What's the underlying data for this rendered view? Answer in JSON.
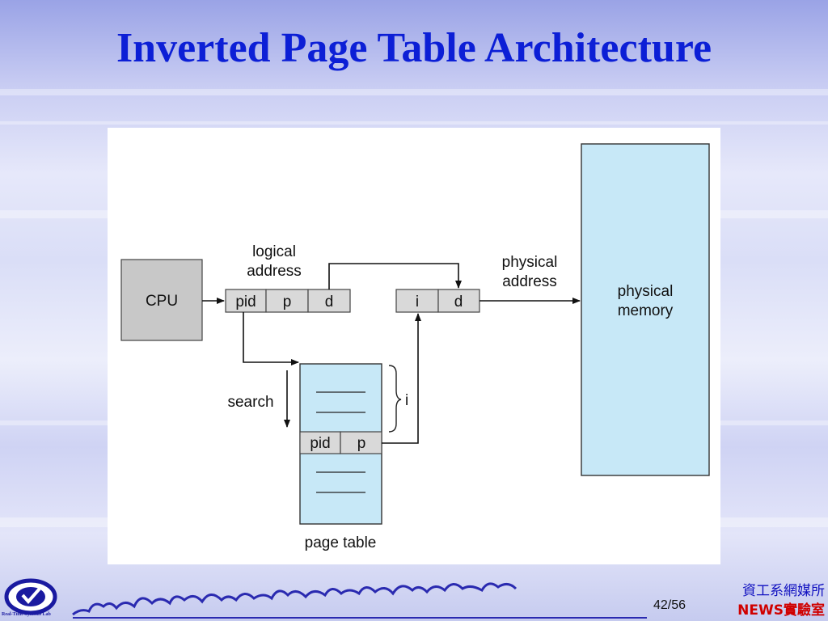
{
  "slide": {
    "title": "Inverted Page Table Architecture"
  },
  "diagram": {
    "cpu_label": "CPU",
    "logical_address_label": [
      "logical",
      "address"
    ],
    "logical_address_fields": [
      "pid",
      "p",
      "d"
    ],
    "physical_address_label": [
      "physical",
      "address"
    ],
    "physical_address_fields": [
      "i",
      "d"
    ],
    "physical_memory_label": [
      "physical",
      "memory"
    ],
    "search_label": "search",
    "index_label": "i",
    "page_table_entry_fields": [
      "pid",
      "p"
    ],
    "page_table_label": "page table"
  },
  "footer": {
    "lab_name": "Real-Time Systems Lab",
    "page_current": "42",
    "page_total": "/56",
    "department": "資工系網媒所",
    "lab_title": "NEWS實驗室"
  },
  "colors": {
    "title": "#0c1fd6",
    "cpu_box": "#c8c8c8",
    "field_box": "#d9d9d9",
    "memory_fill": "#c7e8f7",
    "department_text": "#1010c0",
    "lab_title_text": "#d00000"
  }
}
